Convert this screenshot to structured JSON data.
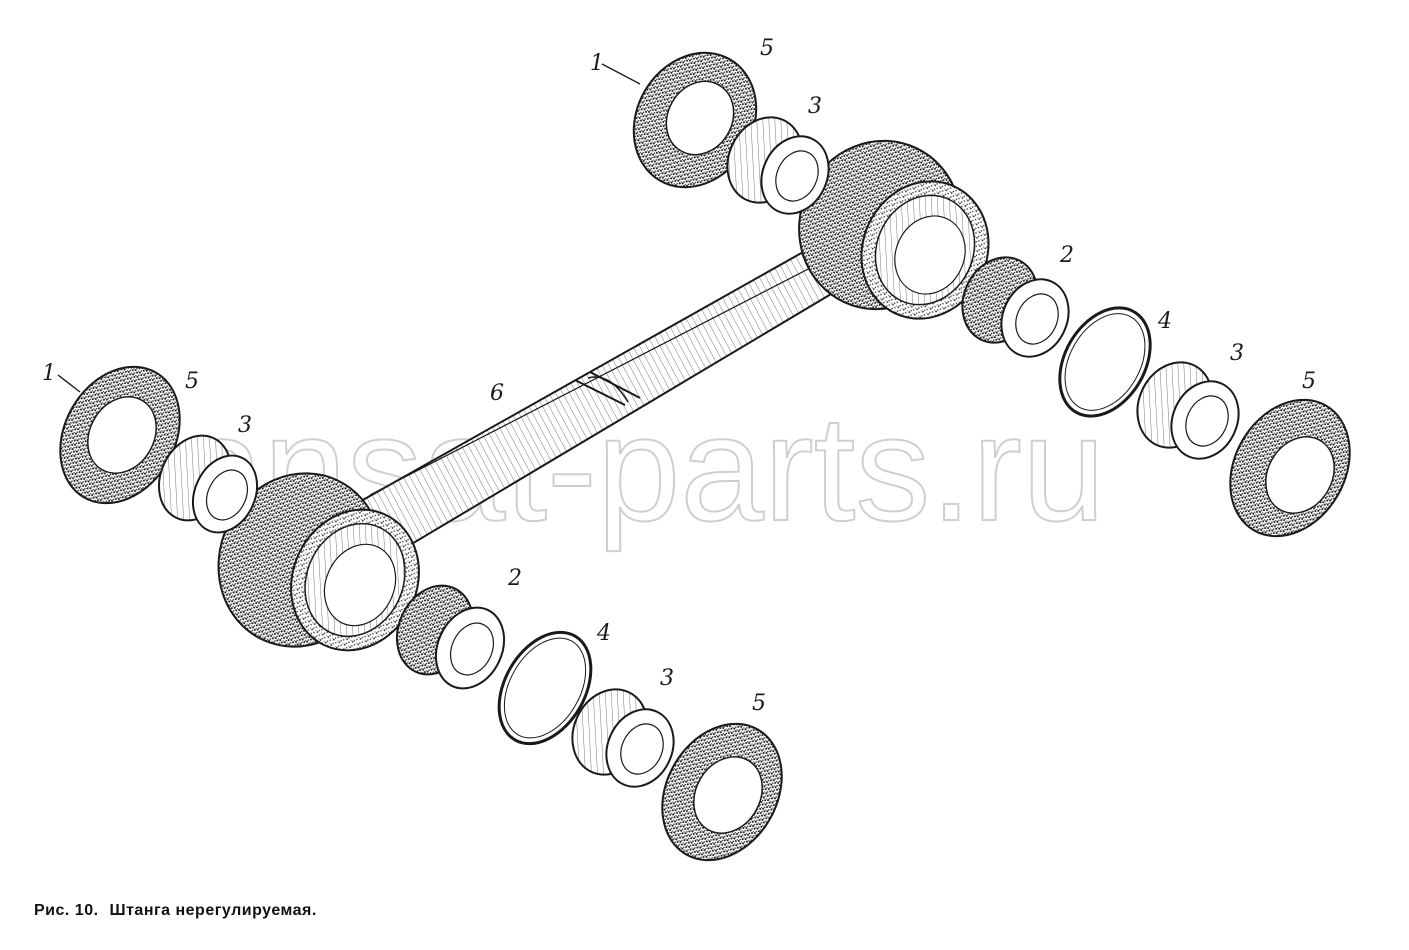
{
  "caption": {
    "fig_label": "Рис. 10.",
    "title": "Штанга нерегулируемая."
  },
  "watermark": "ansat-parts.ru",
  "callouts": {
    "seal_ring": "1",
    "bearing": "2",
    "bushing": "3",
    "retaining_ring": "4",
    "cover_washer": "5",
    "rod": "6"
  }
}
